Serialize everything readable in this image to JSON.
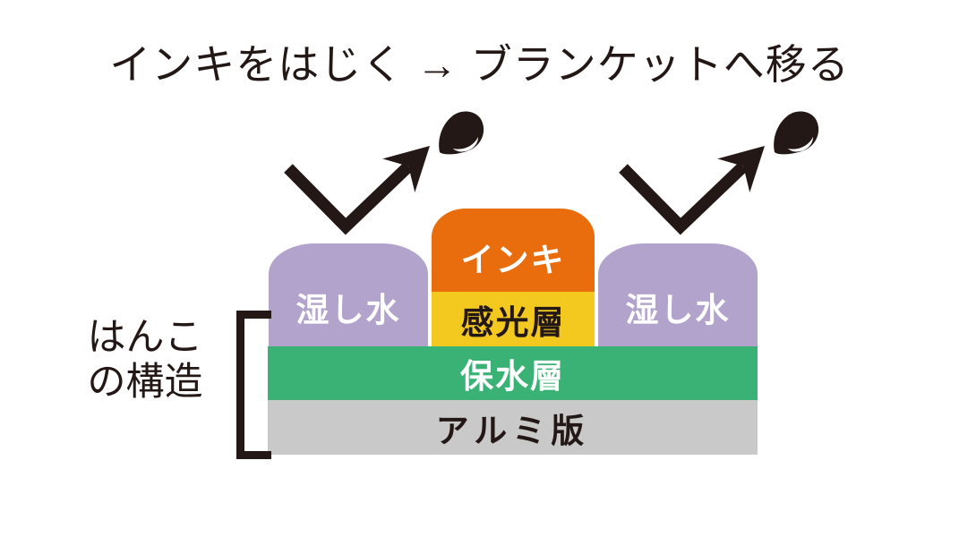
{
  "title": "インキをはじく → ブランケットへ移る",
  "structure": {
    "label_line1": "はんこ",
    "label_line2": "の構造"
  },
  "layers": {
    "dampening_left": "湿し水",
    "ink": "インキ",
    "photosensitive": "感光層",
    "dampening_right": "湿し水",
    "water_retaining": "保水層",
    "aluminum_plate": "アルミ版"
  },
  "icons": {
    "arrows": "bounce-arrow-icon",
    "droplets": "ink-droplet-icon"
  },
  "colors": {
    "line": "#231815",
    "dampening": "#b2a3cc",
    "ink": "#e96d0d",
    "photosensitive": "#f3c91f",
    "water_retaining": "#3bb275",
    "aluminum": "#c9c9c9",
    "label_light": "#ffffff"
  }
}
